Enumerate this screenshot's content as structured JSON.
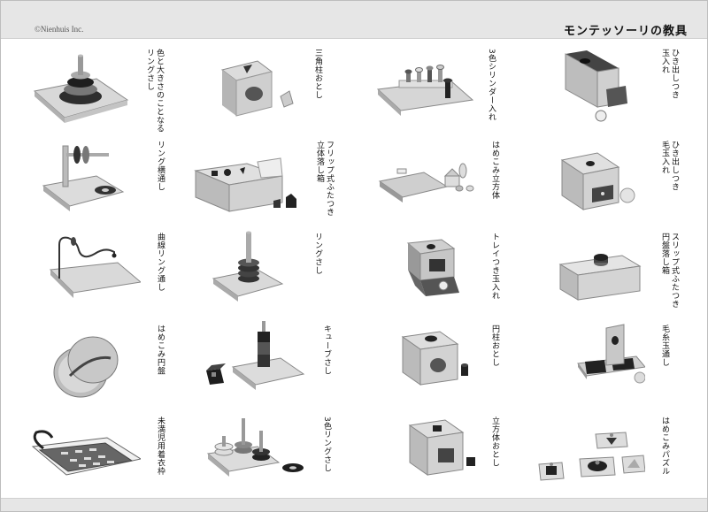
{
  "header": {
    "copyright": "©Nienhuis Inc.",
    "title": "モンテッソーリの教具"
  },
  "items": [
    {
      "label": "色と大きさのことなる\nリングさし",
      "icon": "ring-stacker-icon"
    },
    {
      "label": "三角柱おとし",
      "icon": "triangle-prism-box-icon"
    },
    {
      "label": "3色シリンダー入れ",
      "icon": "three-color-cylinder-tray-icon"
    },
    {
      "label": "ひき出しつき\n玉入れ",
      "icon": "drawer-ball-box-icon"
    },
    {
      "label": "リング横通し",
      "icon": "horizontal-ring-peg-icon"
    },
    {
      "label": "フリップ式ふたつき\n立体落し箱",
      "icon": "flip-lid-shape-box-icon"
    },
    {
      "label": "はめこみ立方体",
      "icon": "shape-insert-tray-icon"
    },
    {
      "label": "ひき出しつき\n毛玉入れ",
      "icon": "drawer-pompom-box-icon"
    },
    {
      "label": "曲線リング通し",
      "icon": "curved-wire-ring-icon"
    },
    {
      "label": "リングさし",
      "icon": "single-peg-ring-icon"
    },
    {
      "label": "トレイつき玉入れ",
      "icon": "tray-ball-box-icon"
    },
    {
      "label": "スリップ式ふたつき\n円盤落し箱",
      "icon": "slip-lid-disc-box-icon"
    },
    {
      "label": "はめこみ円盤",
      "icon": "disc-insert-icon"
    },
    {
      "label": "キューブさし",
      "icon": "cube-peg-icon"
    },
    {
      "label": "円柱おとし",
      "icon": "cylinder-drop-box-icon"
    },
    {
      "label": "毛糸玉通し",
      "icon": "yarn-ball-slot-icon"
    },
    {
      "label": "未満児用着衣枠",
      "icon": "dressing-frame-icon"
    },
    {
      "label": "3色リングさし",
      "icon": "three-color-ring-peg-icon"
    },
    {
      "label": "立方体おとし",
      "icon": "cube-drop-box-icon"
    },
    {
      "label": "はめこみパズル",
      "icon": "knob-puzzle-icon"
    }
  ]
}
